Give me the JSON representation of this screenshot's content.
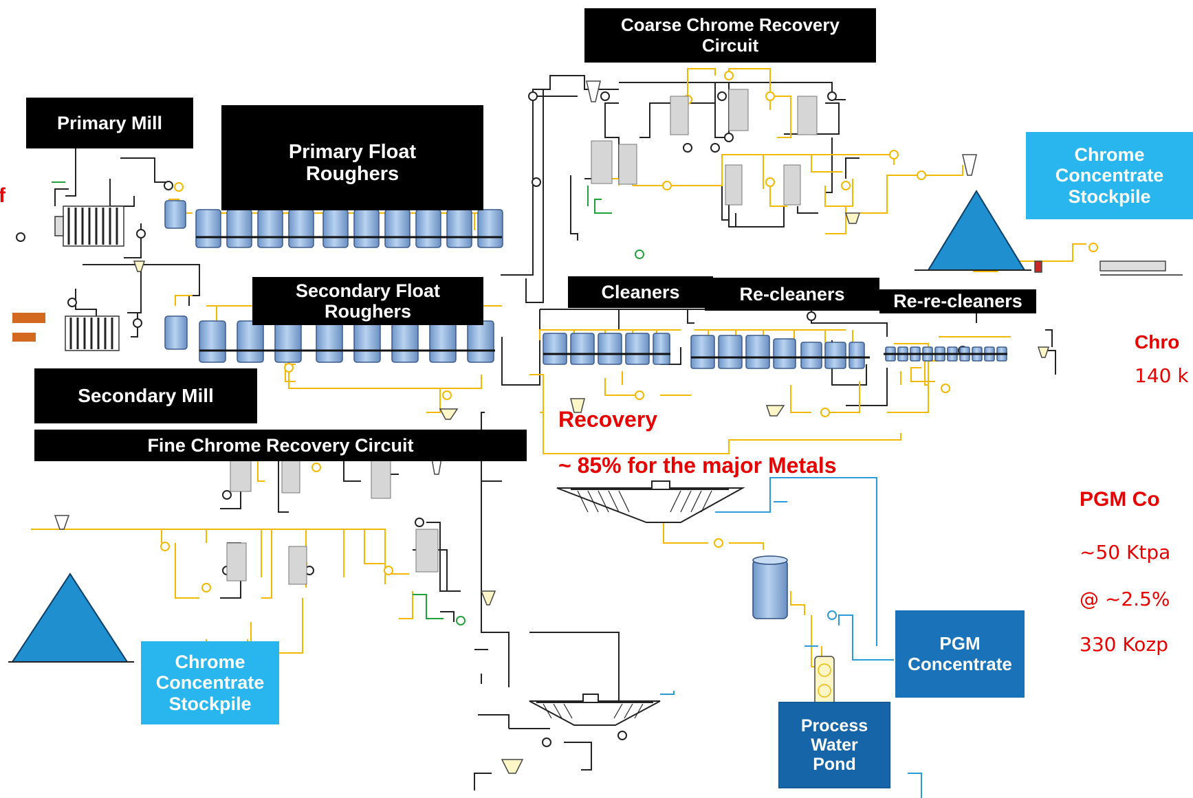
{
  "labels": {
    "coarse_chrome": "Coarse Chrome Recovery\nCircuit",
    "primary_mill": "Primary Mill",
    "primary_float": "Primary Float\nRoughers",
    "secondary_float": "Secondary Float\nRoughers",
    "secondary_mill": "Secondary Mill",
    "fine_chrome": "Fine Chrome Recovery Circuit",
    "cleaners": "Cleaners",
    "recleaners": "Re-cleaners",
    "rerecleaners": "Re-re-cleaners",
    "chrome_stockpile_top": "Chrome\nConcentrate\nStockpile",
    "chrome_stockpile_bottom": "Chrome\nConcentrate\nStockpile",
    "pgm_concentrate": "PGM\nConcentrate",
    "process_water": "Process\nWater\nPond"
  },
  "annotations": {
    "recovery_title": "Recovery",
    "recovery_value": "~ 85% for the major Metals",
    "edge_letter": "f",
    "chrome_label": "Chro",
    "chrome_value": "140 k",
    "pgm_label": "PGM Co",
    "pgm_line1": "~50 Ktpa",
    "pgm_line2": "@ ~2.5%",
    "pgm_line3": "330 Kozp"
  },
  "colors": {
    "label_black": "#000000",
    "light_blue": "#29b6ee",
    "dark_blue": "#1a72b8",
    "annotation_red": "#e60000",
    "pipe_yellow": "#f5b800",
    "pipe_black": "#222222",
    "pipe_blue": "#2a9bd8",
    "pipe_green": "#22a13a",
    "vessel_blue": "#9dbfe6",
    "pile_blue": "#1f8fd0"
  }
}
